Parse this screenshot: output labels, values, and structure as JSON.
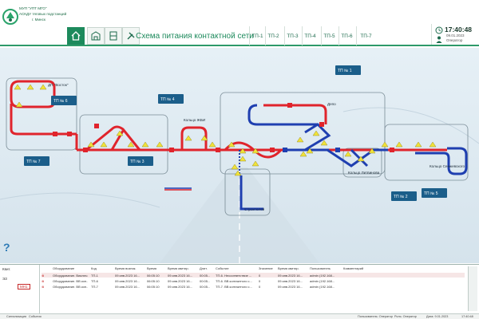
{
  "header": {
    "org_lines": [
      "МУП \"УПТ МГО\"",
      "АСКДУ тяговых подстанций",
      "г. Минск"
    ],
    "title": "Схема питания контактной сети",
    "tabs": [
      "ТП-1",
      "ТП-2",
      "ТП-3",
      "ТП-4",
      "ТП-5",
      "ТП-6",
      "ТП-7"
    ],
    "time": "17:40:48",
    "date": "09.01.2023",
    "user": "Оператор"
  },
  "scheme": {
    "substations": [
      "ТП № 6",
      "ТП № 4",
      "ТП № 7",
      "ТП № 3",
      "ТП № 1",
      "ТП № 2",
      "ТП № 5"
    ],
    "areas": [
      "ДП \"Восток\"",
      "Кольцо ЖБИ",
      "Депо",
      "Кольцо Литвинова",
      "Кольцо Строителей",
      "Кольцо Сенжевского"
    ],
    "help": "?"
  },
  "log": {
    "side": [
      "Квит.",
      "ЭЗ",
      "МН1"
    ],
    "columns": [
      "Оборудование",
      "Код",
      "Время возник.",
      "Время",
      "Время квитир.",
      "Длит.",
      "Событие",
      "Значение",
      "Время квитир.",
      "Пользователь",
      "Комментарий"
    ],
    "rows": [
      [
        "Оборудование. Виключ...",
        "ТП-1",
        "09.янв.2023 16...",
        "06:05:10",
        "09.янв.2023 16...",
        "00:05...",
        "ТП-6. Несоответствие ...",
        "0",
        "09.янв.2023 16...",
        "admin (192.168...",
        ""
      ],
      [
        "Оборудование. ВВ кон...",
        "ТП-6",
        "09.янв.2023 16...",
        "06:05:10",
        "09.янв.2023 16...",
        "00:05...",
        "ТП-6. ВВ контактного с...",
        "0",
        "09.янв.2023 16...",
        "admin (192.168...",
        ""
      ],
      [
        "Оборудование. ВВ кон...",
        "ТП-7",
        "09.янв.2023 16...",
        "06:05:10",
        "09.янв.2023 16...",
        "00:05...",
        "ТП-7. ВВ контактного с...",
        "0",
        "09.янв.2023 16...",
        "admin (192.168...",
        ""
      ]
    ]
  },
  "statusbar": {
    "left": [
      "Сигнализация",
      "События"
    ],
    "user": "Пользователь: Оператор",
    "role": "Роль: Оператор",
    "date": "Дата: 9.01.2023",
    "time": "17:40:48"
  },
  "colors": {
    "accent": "#1d8a5c",
    "feed_red": "#e0242c",
    "feed_blue": "#1f3fb0",
    "switch": "#f0e23a",
    "background": "#e8f1f7"
  }
}
